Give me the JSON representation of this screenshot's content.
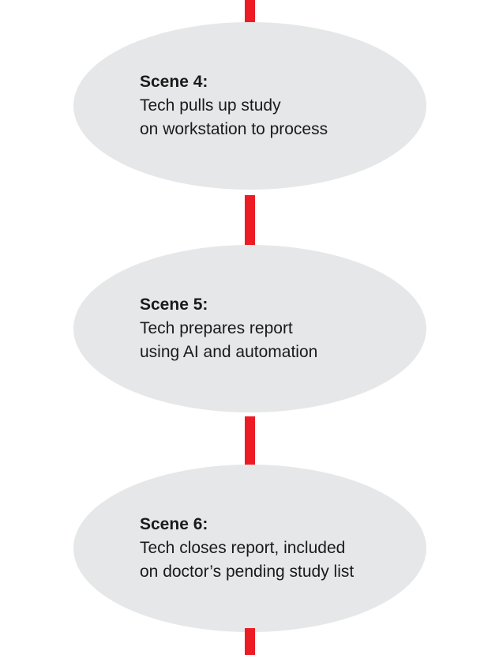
{
  "diagram": {
    "type": "vertical-flowchart",
    "background_color": "#ffffff",
    "node_fill_color": "#e6e7e8",
    "connector_color": "#ed1c24",
    "text_color": "#1a1a1a",
    "nodes": [
      {
        "title": "Scene 4:",
        "line1": "Tech pulls up study",
        "line2": "on workstation to process"
      },
      {
        "title": "Scene 5:",
        "line1": "Tech prepares report",
        "line2": "using AI and automation"
      },
      {
        "title": "Scene 6:",
        "line1": "Tech closes report, included",
        "line2": "on doctor’s pending study list"
      }
    ]
  }
}
